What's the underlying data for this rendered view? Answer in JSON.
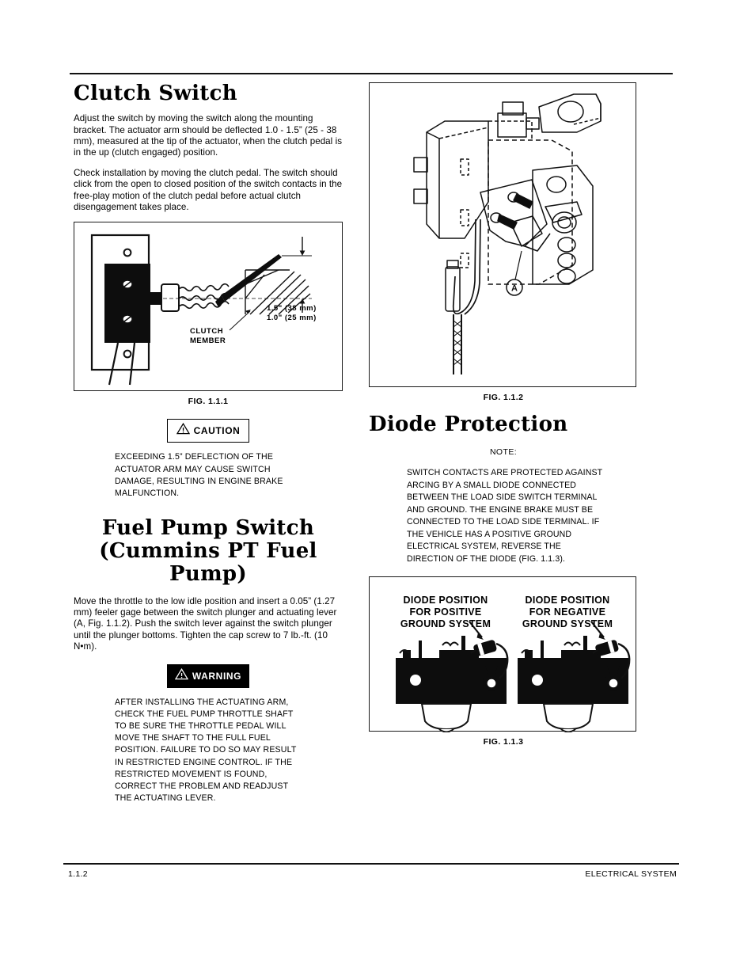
{
  "document": {
    "footer_page": "1.1.2",
    "footer_section": "ELECTRICAL SYSTEM"
  },
  "left_column": {
    "clutch_switch": {
      "title": "Clutch Switch",
      "paragraphs": [
        "Adjust the switch by moving the switch along the mounting bracket. The actuator arm should be deflected 1.0 - 1.5” (25 - 38 mm), measured at the tip of the actuator, when the clutch pedal is in the up (clutch engaged) position.",
        "Check installation by moving the clutch pedal. The switch should click from the open to closed position of the switch contacts in the free-play motion of the clutch pedal before actual clutch disengagement takes place."
      ]
    },
    "figure_111": {
      "caption": "FIG. 1.1.1",
      "labels": {
        "clutch_member_l1": "CLUTCH",
        "clutch_member_l2": "MEMBER",
        "dim_max": "1.5\" (38 mm)",
        "dim_min": "1.0\" (25 mm)"
      }
    },
    "caution": {
      "label": "CAUTION",
      "icon": "warning-triangle-icon",
      "lines": [
        "EXCEEDING 1.5” DEFLECTION OF THE",
        "ACTUATOR ARM MAY CAUSE SWITCH",
        "DAMAGE, RESULTING IN ENGINE BRAKE",
        "MALFUNCTION."
      ]
    },
    "fuel_pump_switch": {
      "title_line1": "Fuel Pump Switch",
      "title_line2": "(Cummins PT Fuel Pump)",
      "paragraphs": [
        "Move the throttle to the low idle position and insert a 0.05” (1.27 mm) feeler gage between the switch plunger and actuating lever (A, Fig. 1.1.2). Push the switch lever against the switch plunger until the plunger bottoms. Tighten the cap screw to 7 lb.-ft. (10 N•m)."
      ]
    },
    "warning": {
      "label": "WARNING",
      "icon": "warning-triangle-icon",
      "lines": [
        "AFTER INSTALLING THE ACTUATING ARM,",
        "CHECK THE FUEL PUMP THROTTLE SHAFT",
        "TO BE SURE THE THROTTLE PEDAL WILL",
        "MOVE THE SHAFT TO THE FULL FUEL",
        "POSITION. FAILURE TO DO SO MAY RESULT",
        "IN RESTRICTED ENGINE CONTROL. IF THE",
        "RESTRICTED MOVEMENT IS FOUND,",
        "CORRECT THE PROBLEM AND READJUST",
        "THE ACTUATING LEVER."
      ]
    }
  },
  "right_column": {
    "figure_112": {
      "caption": "FIG. 1.1.2",
      "callout": "A"
    },
    "diode_protection": {
      "title": "Diode Protection",
      "note_title": "NOTE:",
      "note_lines": [
        "SWITCH CONTACTS ARE PROTECTED AGAINST",
        "ARCING BY A SMALL DIODE CONNECTED",
        "BETWEEN THE LOAD SIDE SWITCH TERMINAL",
        "AND GROUND. THE ENGINE BRAKE MUST BE",
        "CONNECTED TO THE LOAD SIDE TERMINAL. IF",
        "THE VEHICLE HAS A POSITIVE GROUND",
        "ELECTRICAL SYSTEM, REVERSE THE",
        "DIRECTION OF THE DIODE (FIG. 1.1.3)."
      ]
    },
    "figure_113": {
      "caption": "FIG. 1.1.3",
      "left_label": "DIODE POSITION\nFOR POSITIVE\nGROUND SYSTEM",
      "right_label": "DIODE POSITION\nFOR NEGATIVE\nGROUND SYSTEM"
    }
  }
}
